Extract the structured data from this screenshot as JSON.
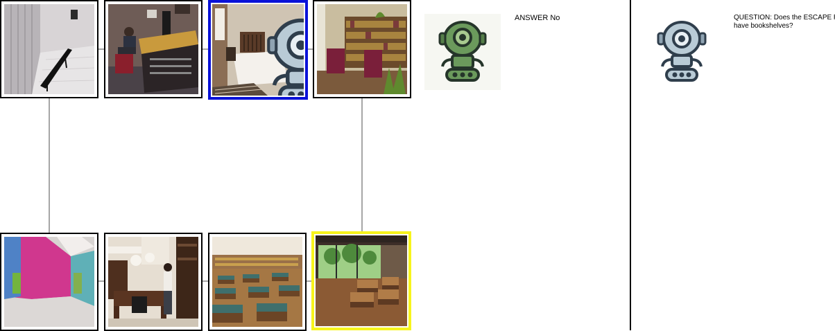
{
  "graph": {
    "nodes": [
      {
        "id": "locker-room",
        "scene": "Locker room with grey lockers and black bench",
        "state": "normal"
      },
      {
        "id": "studio",
        "scene": "Recording studio with mixing console and person",
        "state": "normal"
      },
      {
        "id": "bedroom",
        "scene": "Bedroom with bed and nightstand",
        "state": "current"
      },
      {
        "id": "library-lounge",
        "scene": "Library lounge with bookshelves and armchairs",
        "state": "normal"
      },
      {
        "id": "attic",
        "scene": "Attic room with pink and teal walls",
        "state": "normal"
      },
      {
        "id": "home-office",
        "scene": "Home office with desk and woman",
        "state": "normal"
      },
      {
        "id": "classroom",
        "scene": "Classroom with rows of wooden desks",
        "state": "normal"
      },
      {
        "id": "study-hall",
        "scene": "Study room with desks and large windows",
        "state": "goal"
      }
    ],
    "edges": [
      [
        "locker-room",
        "studio"
      ],
      [
        "studio",
        "bedroom"
      ],
      [
        "bedroom",
        "library-lounge"
      ],
      [
        "locker-room",
        "attic"
      ],
      [
        "library-lounge",
        "study-hall"
      ],
      [
        "attic",
        "home-office"
      ],
      [
        "home-office",
        "classroom"
      ],
      [
        "classroom",
        "study-hall"
      ]
    ],
    "colors": {
      "current_border": "#0a12d8",
      "goal_border": "#f7f41c",
      "edge": "#888888"
    }
  },
  "answer": {
    "text": "ANSWER No",
    "robot_color": "#6b9a5c"
  },
  "question": {
    "text": "QUESTION: Does the ESCAPE ROOM have bookshelves?",
    "robot_color": "#b9cbd6"
  }
}
